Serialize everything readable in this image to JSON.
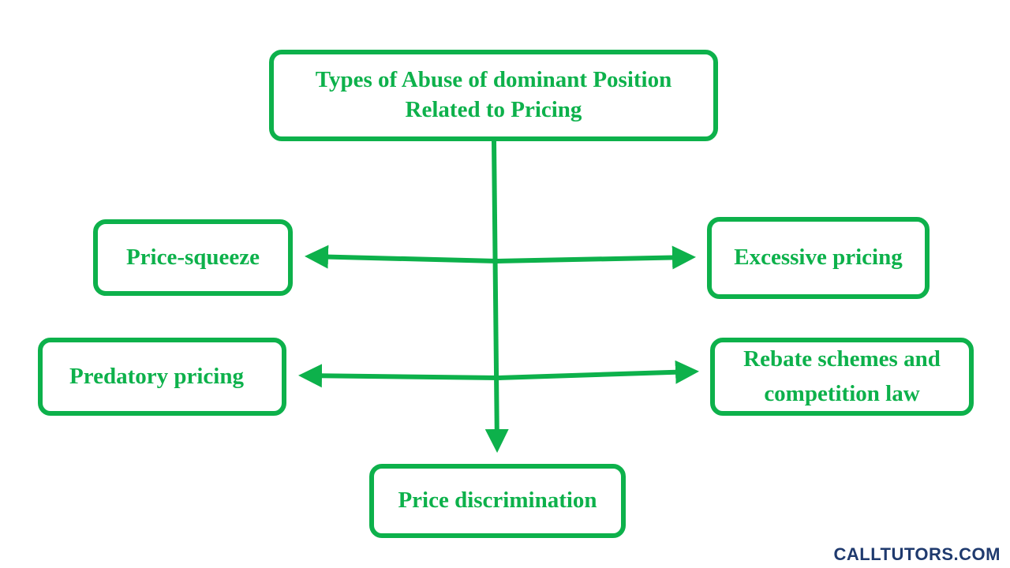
{
  "diagram": {
    "root": {
      "lines": [
        "Types of Abuse of dominant Position",
        "Related to Pricing"
      ]
    },
    "branches": {
      "price_squeeze": "Price-squeeze",
      "excessive_pricing": "Excessive pricing",
      "predatory_pricing": "Predatory pricing",
      "rebate_schemes": [
        "Rebate schemes and",
        "competition law"
      ],
      "price_discrimination": "Price discrimination"
    }
  },
  "watermark": "CALLTUTORS.COM",
  "colors": {
    "accent": "#0db14b",
    "watermark": "#1f3a6e",
    "background": "#ffffff"
  }
}
